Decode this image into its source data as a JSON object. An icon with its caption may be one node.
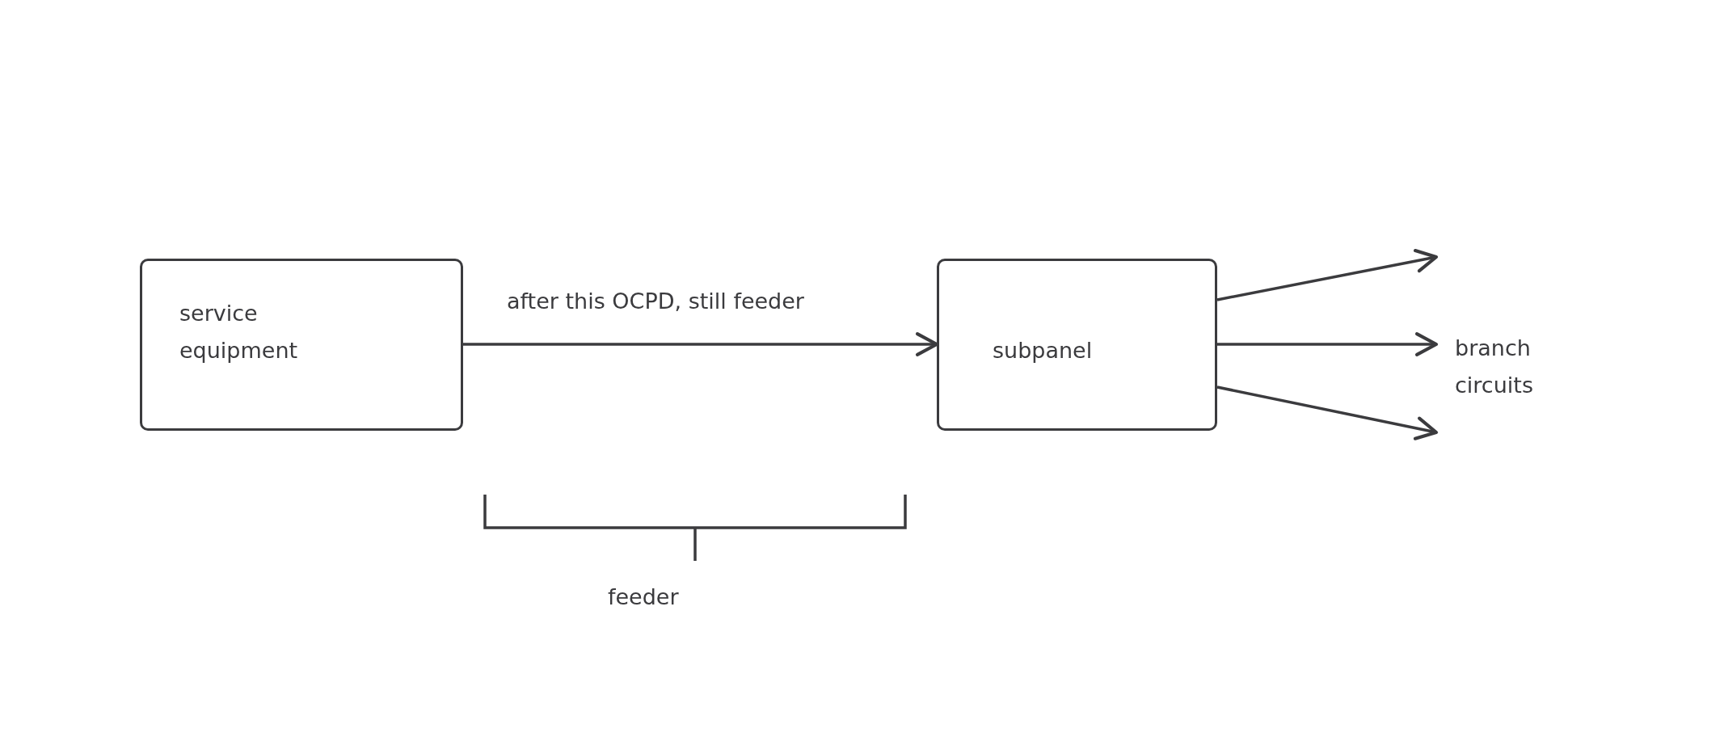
{
  "diagram": {
    "nodes": [
      {
        "text": [
          "service equipment"
        ]
      },
      {
        "text": [
          "subpanel"
        ]
      },
      {
        "text": [
          "branch circuits"
        ]
      }
    ],
    "edges": [
      {
        "from": 0,
        "to": 1,
        "arrow": "to",
        "label": "after this OCPD, still feeder"
      },
      {
        "from": 1,
        "to": 2,
        "arrow": "to"
      },
      {
        "from": 1,
        "to": 2,
        "arrow": "to"
      },
      {
        "from": 1,
        "to": 2,
        "arrow": "to"
      }
    ],
    "labels": [
      "feeder"
    ]
  }
}
